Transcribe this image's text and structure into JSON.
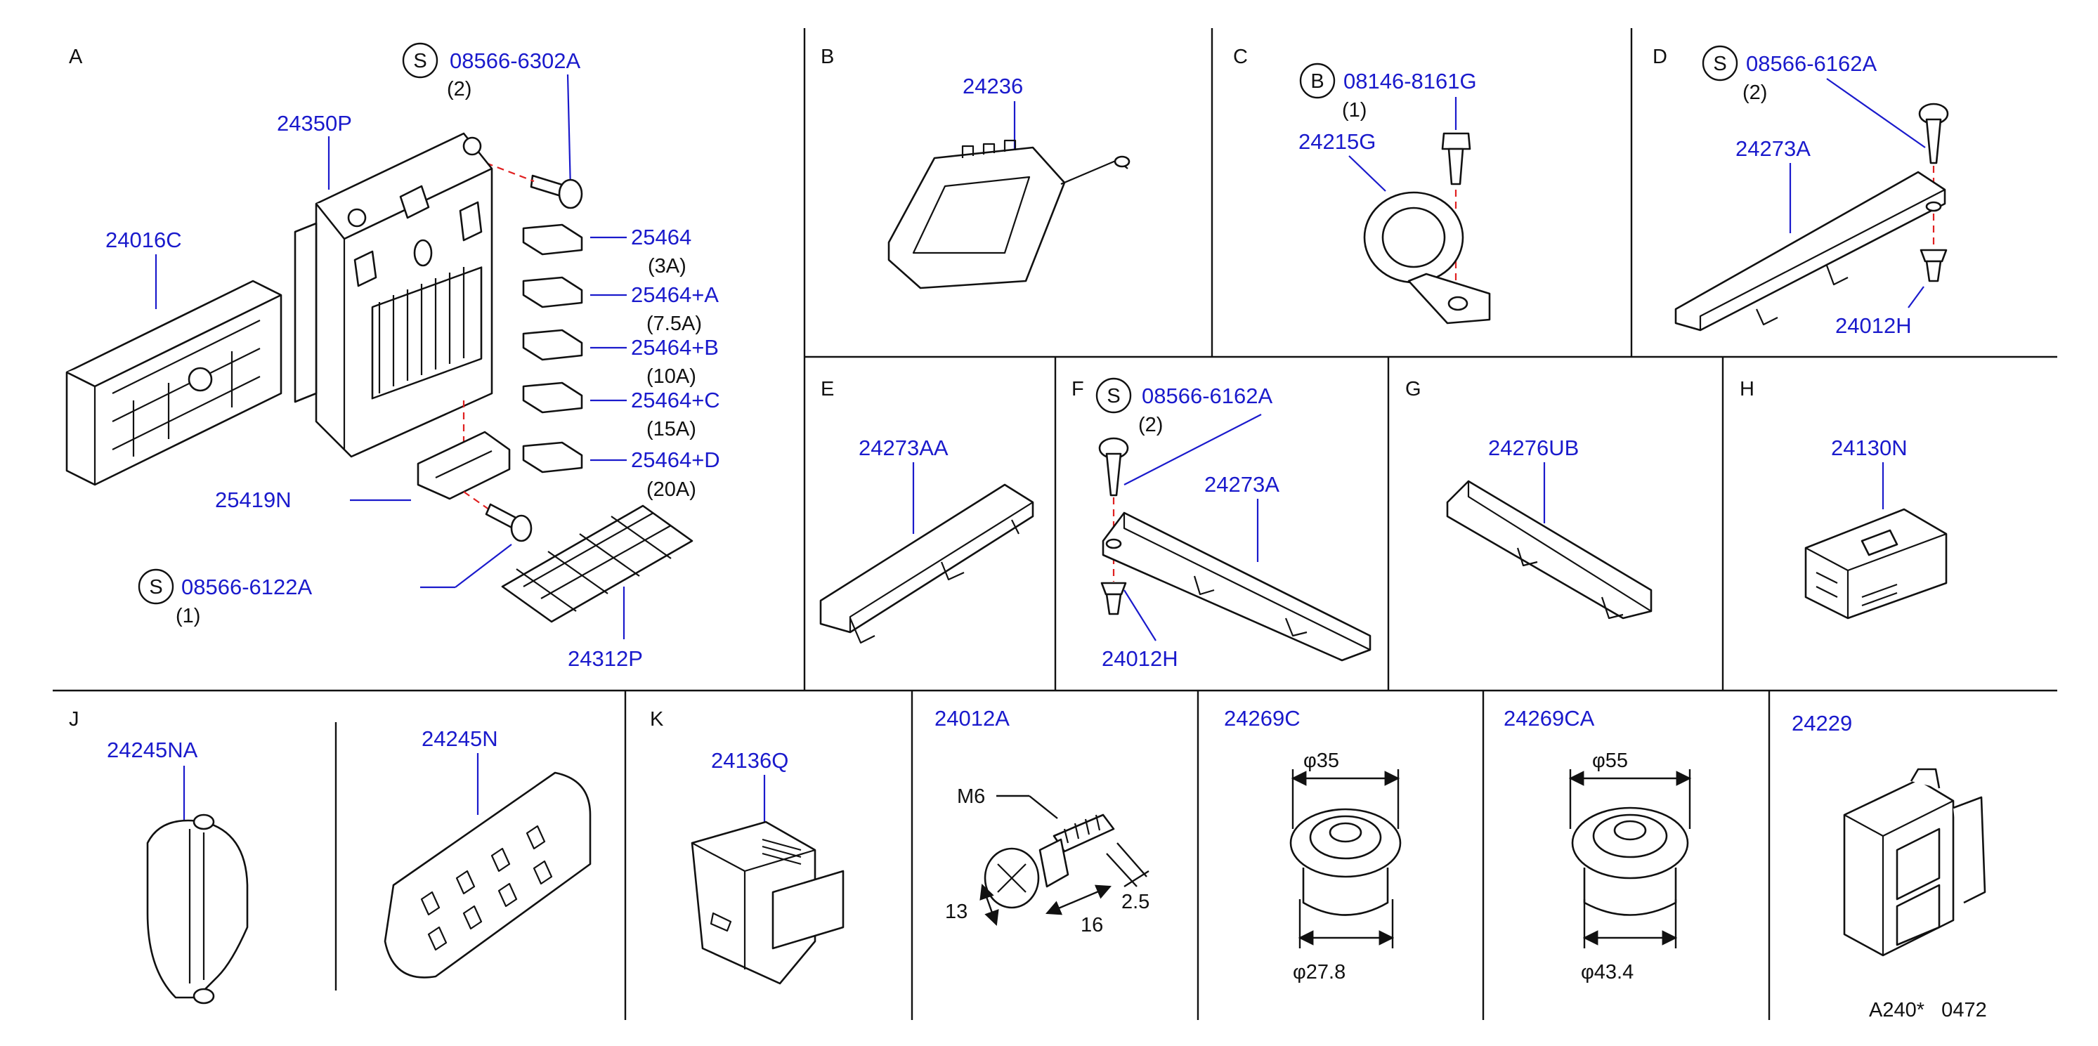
{
  "sections": {
    "A": "A",
    "B": "B",
    "C": "C",
    "D": "D",
    "E": "E",
    "F": "F",
    "G": "G",
    "H": "H",
    "J": "J",
    "K": "K"
  },
  "symbols": {
    "s": "S",
    "b": "B"
  },
  "parts": {
    "a_screw_top": "08566-6302A",
    "a_screw_top_qty": "(2)",
    "a_box": "24350P",
    "a_cover": "24016C",
    "a_fuse": "25464",
    "a_fuse_qty": "(3A)",
    "a_fuse_a": "25464+A",
    "a_fuse_a_qty": "(7.5A)",
    "a_fuse_b": "25464+B",
    "a_fuse_b_qty": "(10A)",
    "a_fuse_c": "25464+C",
    "a_fuse_c_qty": "(15A)",
    "a_fuse_d": "25464+D",
    "a_fuse_d_qty": "(20A)",
    "a_bracket": "25419N",
    "a_screw_bot": "08566-6122A",
    "a_screw_bot_qty": "(1)",
    "a_label": "24312P",
    "b_bracket": "24236",
    "c_bolt": "08146-8161G",
    "c_bolt_qty": "(1)",
    "c_clamp": "24215G",
    "d_screw": "08566-6162A",
    "d_screw_qty": "(2)",
    "d_bracket": "24273A",
    "d_clip": "24012H",
    "e_bracket": "24273AA",
    "f_screw": "08566-6162A",
    "f_screw_qty": "(2)",
    "f_bracket": "24273A",
    "f_clip": "24012H",
    "g_bracket": "24276UB",
    "h_connector": "24130N",
    "j_cover_na": "24245NA",
    "j_cover_n": "24245N",
    "k_holder": "24136Q",
    "bolt_24012a": "24012A",
    "bolt_thread": "M6",
    "bolt_dim_13": "13",
    "bolt_dim_16": "16",
    "bolt_dim_25": "2.5",
    "grommet_c": "24269C",
    "grommet_c_top": "φ35",
    "grommet_c_bot": "φ27.8",
    "grommet_ca": "24269CA",
    "grommet_ca_top": "φ55",
    "grommet_ca_bot": "φ43.4",
    "holder_24229": "24229",
    "footer_code": "A240*   0472"
  }
}
